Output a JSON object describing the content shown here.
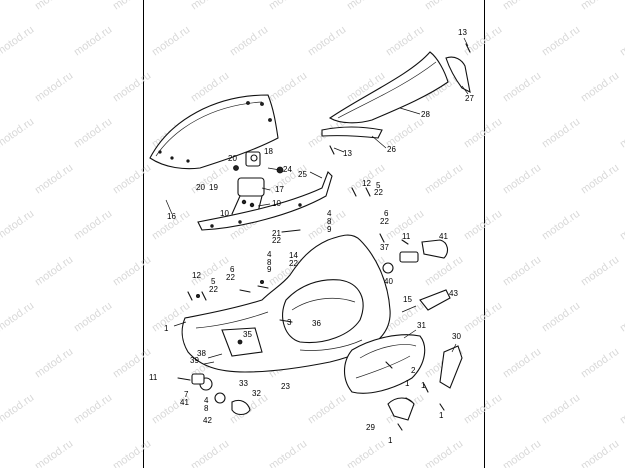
{
  "watermark": {
    "text": "motod.ru"
  },
  "callouts": [
    {
      "id": "c13a",
      "text": "13"
    },
    {
      "id": "c27",
      "text": "27"
    },
    {
      "id": "c28",
      "text": "28"
    },
    {
      "id": "c13b",
      "text": "13"
    },
    {
      "id": "c26",
      "text": "26"
    },
    {
      "id": "c18",
      "text": "18"
    },
    {
      "id": "c20a",
      "text": "20"
    },
    {
      "id": "c24",
      "text": "24"
    },
    {
      "id": "c25",
      "text": "25"
    },
    {
      "id": "c20b",
      "text": "20"
    },
    {
      "id": "c19",
      "text": "19"
    },
    {
      "id": "c17",
      "text": "17"
    },
    {
      "id": "c10a",
      "text": "10"
    },
    {
      "id": "c10b",
      "text": "10"
    },
    {
      "id": "c16",
      "text": "16"
    },
    {
      "id": "c12a",
      "text": "12"
    },
    {
      "id": "c5a",
      "text": "5"
    },
    {
      "id": "c22a",
      "text": "22"
    },
    {
      "id": "c6a",
      "text": "6"
    },
    {
      "id": "c22b",
      "text": "22"
    },
    {
      "id": "c4a",
      "text": "4"
    },
    {
      "id": "c8a",
      "text": "8"
    },
    {
      "id": "c9a",
      "text": "9"
    },
    {
      "id": "c21",
      "text": "21"
    },
    {
      "id": "c22c",
      "text": "22"
    },
    {
      "id": "c11a",
      "text": "11"
    },
    {
      "id": "c41a",
      "text": "41"
    },
    {
      "id": "c37",
      "text": "37"
    },
    {
      "id": "c40",
      "text": "40"
    },
    {
      "id": "c4b",
      "text": "4"
    },
    {
      "id": "c8b",
      "text": "8"
    },
    {
      "id": "c9b",
      "text": "9"
    },
    {
      "id": "c14",
      "text": "14"
    },
    {
      "id": "c22d",
      "text": "22"
    },
    {
      "id": "c12b",
      "text": "12"
    },
    {
      "id": "c5b",
      "text": "5"
    },
    {
      "id": "c22e",
      "text": "22"
    },
    {
      "id": "c6b",
      "text": "6"
    },
    {
      "id": "c22f",
      "text": "22"
    },
    {
      "id": "c15",
      "text": "15"
    },
    {
      "id": "c43",
      "text": "43"
    },
    {
      "id": "c1a",
      "text": "1"
    },
    {
      "id": "c3",
      "text": "3"
    },
    {
      "id": "c36",
      "text": "36"
    },
    {
      "id": "c31",
      "text": "31"
    },
    {
      "id": "c35",
      "text": "35"
    },
    {
      "id": "c30",
      "text": "30"
    },
    {
      "id": "c38",
      "text": "38"
    },
    {
      "id": "c39",
      "text": "39"
    },
    {
      "id": "c2",
      "text": "2"
    },
    {
      "id": "c1b",
      "text": "1"
    },
    {
      "id": "c11b",
      "text": "11"
    },
    {
      "id": "c23",
      "text": "23"
    },
    {
      "id": "c33",
      "text": "33"
    },
    {
      "id": "c32",
      "text": "32"
    },
    {
      "id": "c7",
      "text": "7"
    },
    {
      "id": "c41b",
      "text": "41"
    },
    {
      "id": "c4c",
      "text": "4"
    },
    {
      "id": "c8c",
      "text": "8"
    },
    {
      "id": "c42",
      "text": "42"
    },
    {
      "id": "c1c",
      "text": "1"
    },
    {
      "id": "c1d",
      "text": "1"
    },
    {
      "id": "c29",
      "text": "29"
    },
    {
      "id": "c1e",
      "text": "1"
    }
  ]
}
